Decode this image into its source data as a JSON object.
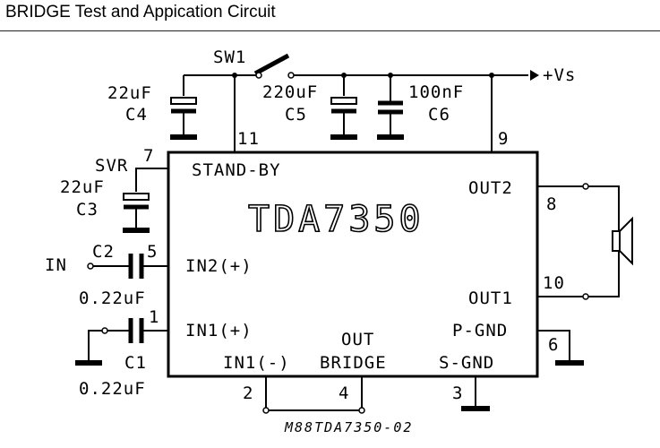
{
  "title": "BRIDGE Test and Appication Circuit",
  "ic": {
    "name": "TDA7350",
    "pin_labels": {
      "stand_by": "STAND-BY",
      "out2": "OUT2",
      "out1": "OUT1",
      "in2_plus": "IN2(+)",
      "in1_plus": "IN1(+)",
      "in1_minus": "IN1(-)",
      "out_bridge_line1": "OUT",
      "out_bridge_line2": "BRIDGE",
      "p_gnd": "P-GND",
      "s_gnd": "S-GND"
    },
    "pin_numbers": {
      "p11": "11",
      "p9": "9",
      "p7": "7",
      "p8": "8",
      "p10": "10",
      "p5": "5",
      "p1": "1",
      "p6": "6",
      "p2": "2",
      "p4": "4",
      "p3": "3"
    }
  },
  "components": {
    "sw1": "SW1",
    "vs": "+Vs",
    "svr": "SVR",
    "in": "IN",
    "c4_value": "22uF",
    "c4_name": "C4",
    "c5_value": "220uF",
    "c5_name": "C5",
    "c6_value": "100nF",
    "c6_name": "C6",
    "c3_value": "22uF",
    "c3_name": "C3",
    "c2_name": "C2",
    "c2_value": "0.22uF",
    "c1_name": "C1",
    "c1_value": "0.22uF"
  },
  "figure_code": "M88TDA7350-02"
}
